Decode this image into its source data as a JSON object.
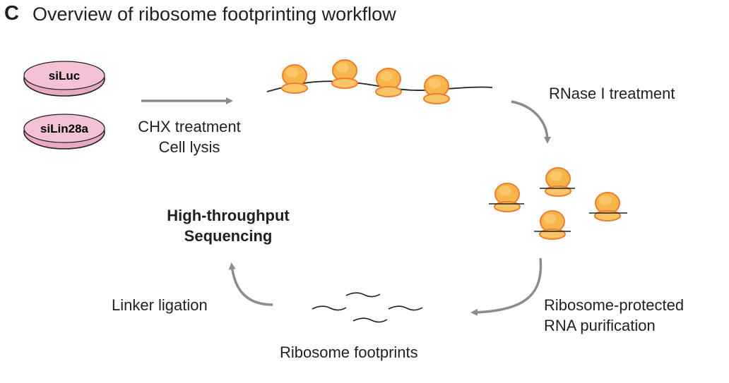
{
  "panel_letter": "C",
  "title": "Overview of ribosome footprinting workflow",
  "dishes": [
    "siLuc",
    "siLin28a"
  ],
  "steps": {
    "chx_line1": "CHX treatment",
    "chx_line2": "Cell lysis",
    "rnase": "RNase I treatment",
    "purification_line1": "Ribosome-protected",
    "purification_line2": "RNA purification",
    "footprints": "Ribosome footprints",
    "linker": "Linker ligation",
    "sequencing_line1": "High-throughput",
    "sequencing_line2": "Sequencing"
  },
  "colors": {
    "dish_fill": "#f4c2d6",
    "dish_rim": "#e8a9c4",
    "ribosome_fill": "#f7b64c",
    "ribosome_light": "#fbd07a",
    "ribosome_stroke": "#ef7d2e",
    "arrow": "#8c8c8c",
    "text": "#231f20"
  }
}
